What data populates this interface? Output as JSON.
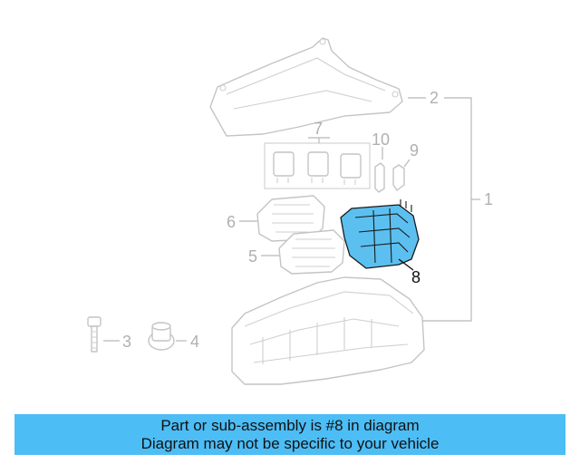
{
  "diagram": {
    "callouts": {
      "c1": "1",
      "c2": "2",
      "c3": "3",
      "c4": "4",
      "c5": "5",
      "c6": "6",
      "c7": "7",
      "c8": "8",
      "c9": "9",
      "c10": "10"
    },
    "highlighted_part": "8",
    "highlight_color": "#5bc0f0"
  },
  "banner": {
    "line1": "Part or sub-assembly is #8 in diagram",
    "line2": "Diagram may not be specific to your vehicle",
    "background": "#4dbdf5"
  }
}
